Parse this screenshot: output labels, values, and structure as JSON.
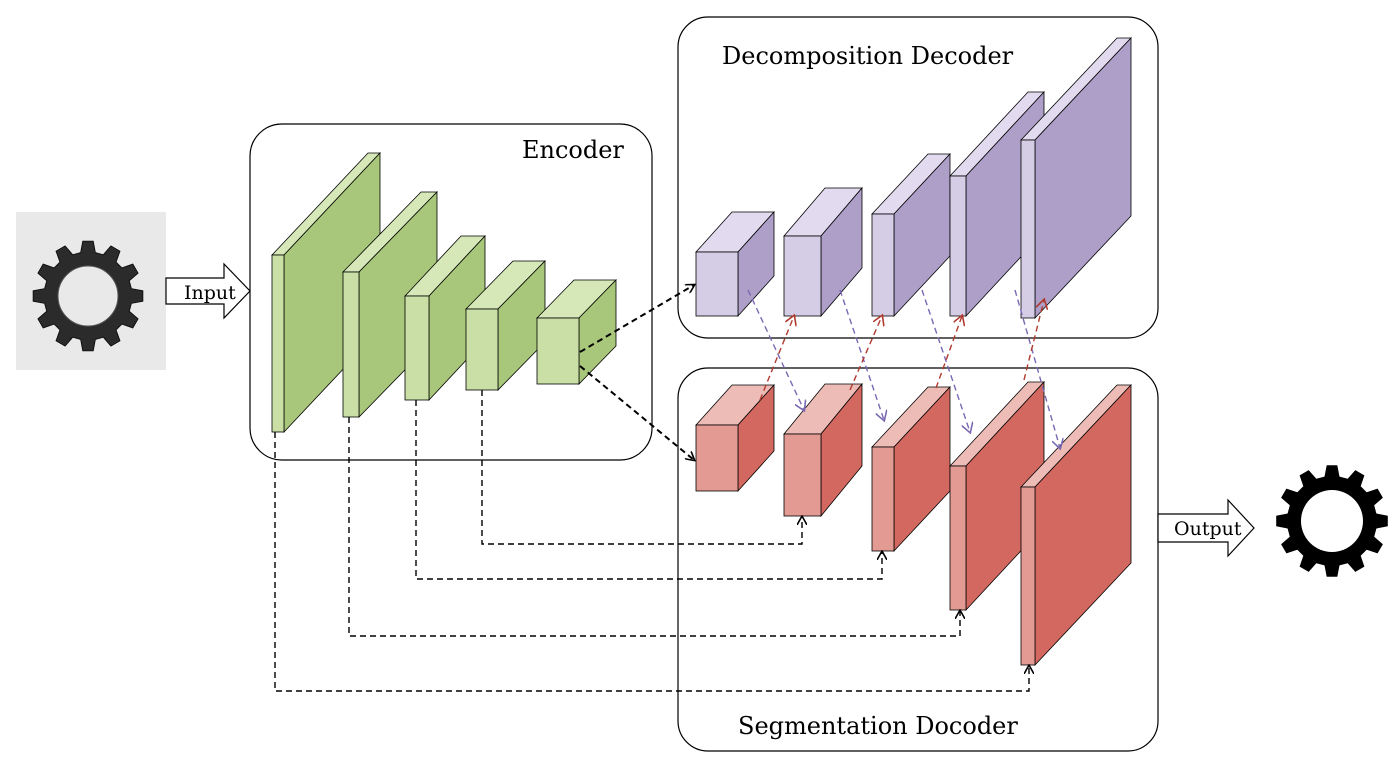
{
  "diagram": {
    "encoder_title": "Encoder",
    "decomposition_title": "Decomposition Decoder",
    "segmentation_title": "Segmentation Docoder",
    "input_label": "Input",
    "output_label": "Output"
  },
  "colors": {
    "encoder_front": "#a8c77a",
    "encoder_side": "#c9dfa5",
    "encoder_top": "#d6e8b8",
    "decomp_front": "#ad9fc8",
    "decomp_side": "#d5cde6",
    "decomp_top": "#e2dbef",
    "seg_front": "#d2685f",
    "seg_side": "#e39a93",
    "seg_top": "#eebcb6",
    "skip_arrow": "#000000",
    "purple_arrow": "#7b68b3",
    "red_arrow": "#b03a2e"
  }
}
